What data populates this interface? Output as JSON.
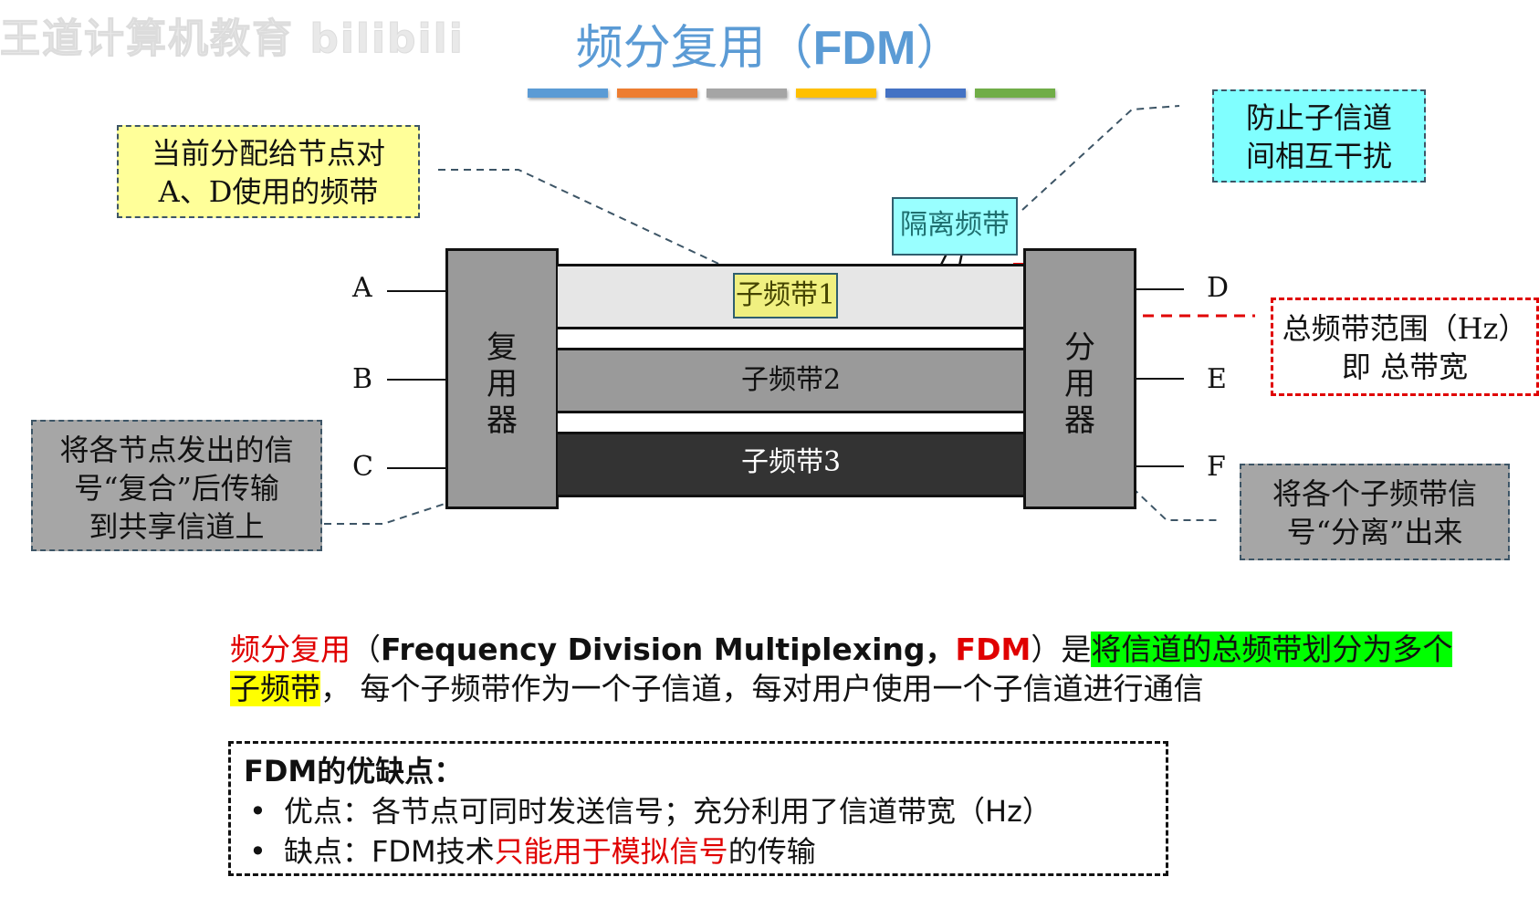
{
  "watermark": {
    "text": "王道计算机教育 bilibili"
  },
  "title": {
    "cn": "频分复用（",
    "en": "FDM",
    "close": "）"
  },
  "color_bars": [
    "#5b9bd5",
    "#ed7d31",
    "#a5a5a5",
    "#ffc000",
    "#4472c4",
    "#70ad47"
  ],
  "callouts": {
    "band_ad": {
      "line1": "当前分配给节点对",
      "line2": "A、D使用的频带"
    },
    "prevent": {
      "line1": "防止子信道",
      "line2": "间相互干扰"
    },
    "guard_band": "隔离频带",
    "total_band": {
      "line1": "总频带范围（Hz）",
      "line2": "即 总带宽"
    },
    "mux_note": {
      "line1": "将各节点发出的信",
      "line2": "号“复合”后传输",
      "line3": "到共享信道上"
    },
    "demux_note": {
      "line1": "将各个子频带信",
      "line2": "号“分离”出来"
    }
  },
  "diagram": {
    "multiplexer": "复用器",
    "demultiplexer": "分用器",
    "input_nodes": [
      "A",
      "B",
      "C"
    ],
    "output_nodes": [
      "D",
      "E",
      "F"
    ],
    "sub_bands": [
      {
        "label": "子频带1",
        "color": "#e6e6e6"
      },
      {
        "label": "子频带2",
        "color": "#9a9a9a"
      },
      {
        "label": "子频带3",
        "color": "#333333"
      }
    ]
  },
  "definition": {
    "term": "频分复用",
    "paren_open": "（",
    "english": "Frequency Division Multiplexing，",
    "abbr": "FDM",
    "paren_close": "）是",
    "highlight_green": "将信道的总频带划分为多个",
    "highlight_yellow": "子频带",
    "rest": "，  每个子频带作为一个子信道，每对用户使用一个子信道进行通信"
  },
  "pros_cons": {
    "heading": "FDM的优缺点：",
    "pros_bullet": "•",
    "pros": "优点：各节点可同时发送信号；充分利用了信道带宽（Hz）",
    "cons_bullet": "•",
    "cons_prefix": "缺点：FDM技术",
    "cons_red": "只能用于模拟信号",
    "cons_suffix": "的传输"
  }
}
